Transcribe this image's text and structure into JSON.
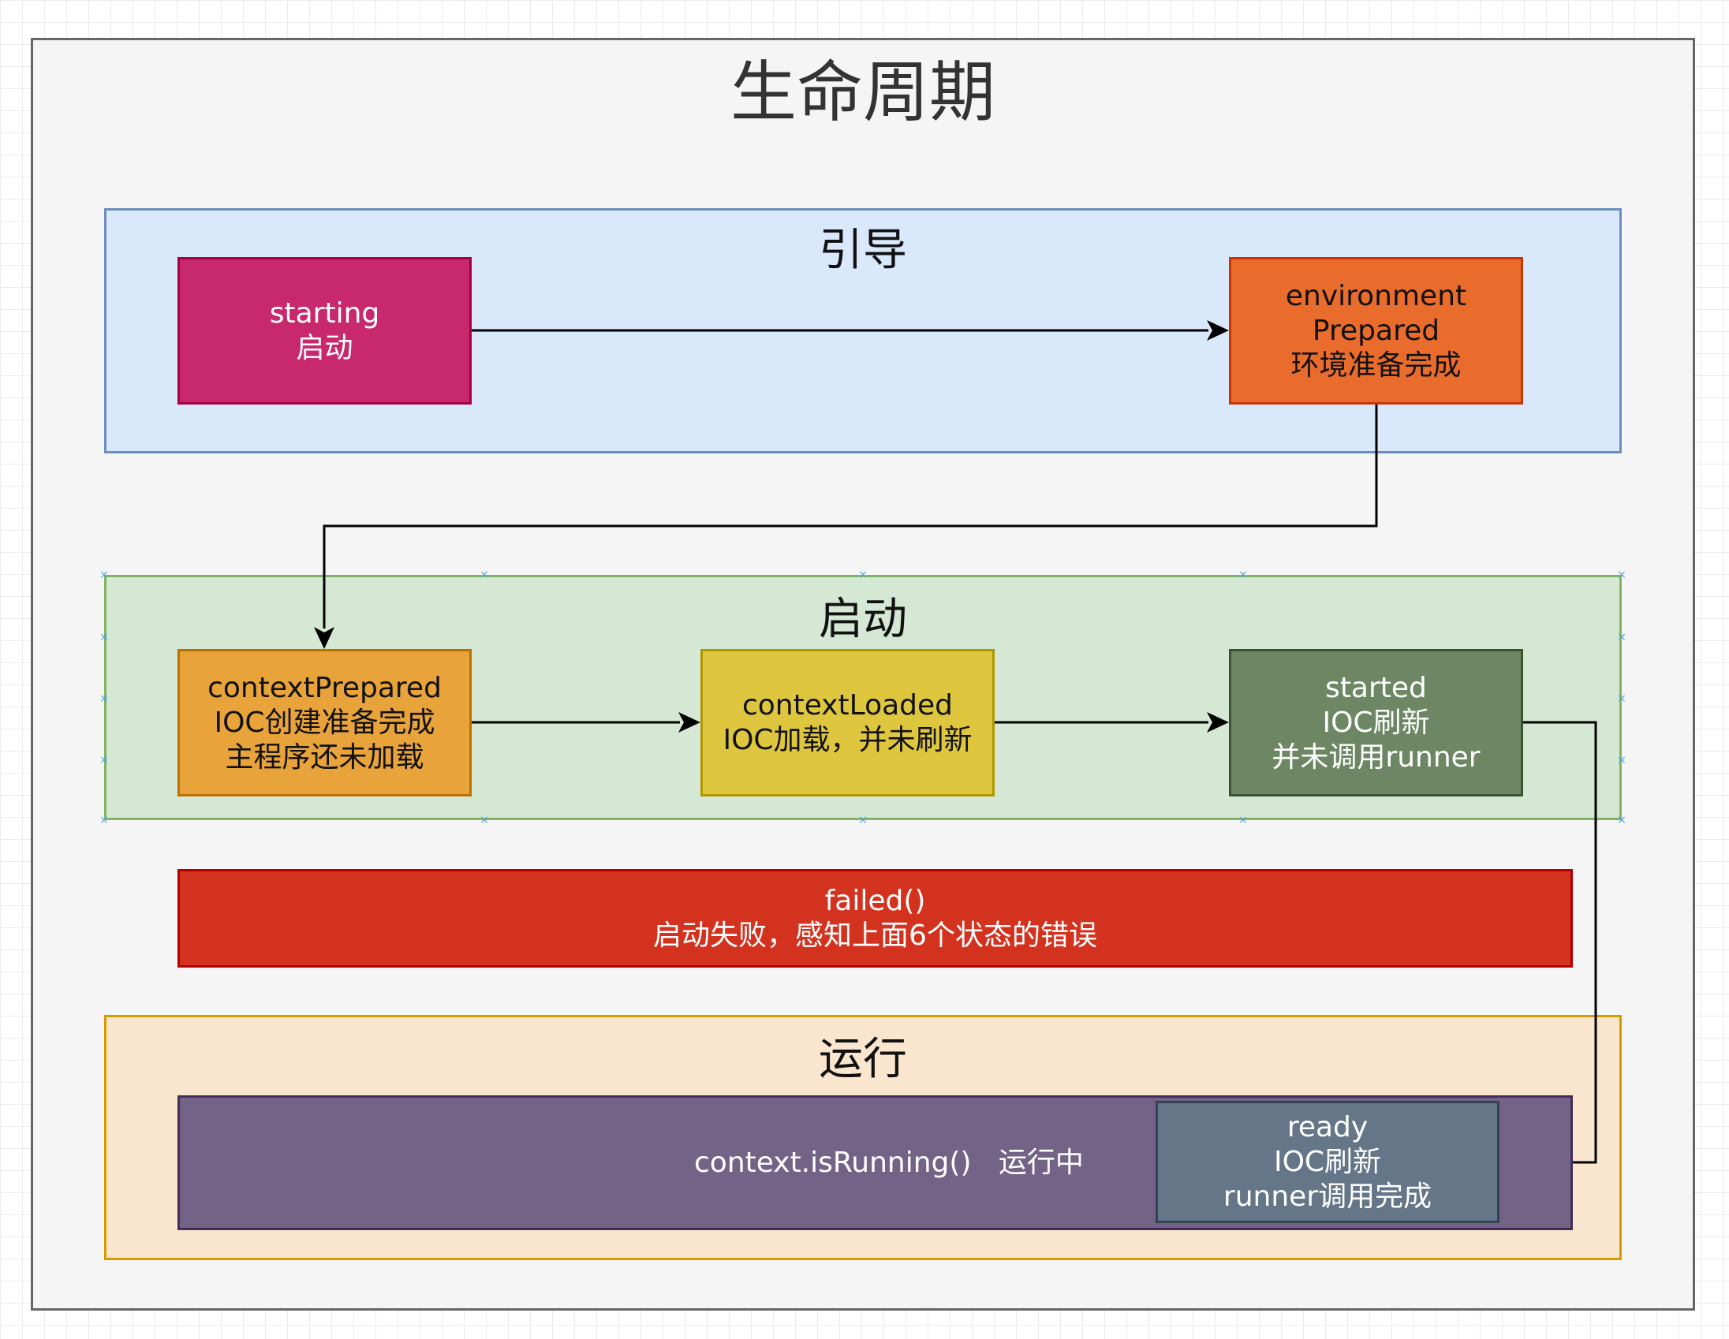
{
  "title": "生命周期",
  "colors": {
    "frame_bg": "#f5f5f5",
    "guide_bg": "#dae8fc",
    "start_bg": "#d5e8d4",
    "run_bg": "#fae6cf",
    "starting": "#c7296c",
    "environment": "#e96c2c",
    "contextPrepared": "#e8a33a",
    "contextLoaded": "#dfc63f",
    "started": "#6d8764",
    "failed": "#d3321f",
    "running": "#736387",
    "ready": "#647687"
  },
  "groups": {
    "guide": {
      "label": "引导"
    },
    "start": {
      "label": "启动"
    },
    "run": {
      "label": "运行"
    }
  },
  "nodes": {
    "starting": {
      "line1": "starting",
      "line2": "启动"
    },
    "environment": {
      "line1": "environment",
      "line2": "Prepared",
      "line3": "环境准备完成"
    },
    "contextPrepared": {
      "line1": "contextPrepared",
      "line2": "IOC创建准备完成",
      "line3": "主程序还未加载"
    },
    "contextLoaded": {
      "line1": "contextLoaded",
      "line2": "IOC加载，并未刷新"
    },
    "started": {
      "line1": "started",
      "line2": "IOC刷新",
      "line3": "并未调用runner"
    },
    "failed": {
      "line1": "failed()",
      "line2": "启动失败，感知上面6个状态的错误"
    },
    "running": {
      "line1": "context.isRunning()   运行中"
    },
    "ready": {
      "line1": "ready",
      "line2": "IOC刷新",
      "line3": "runner调用完成"
    }
  }
}
